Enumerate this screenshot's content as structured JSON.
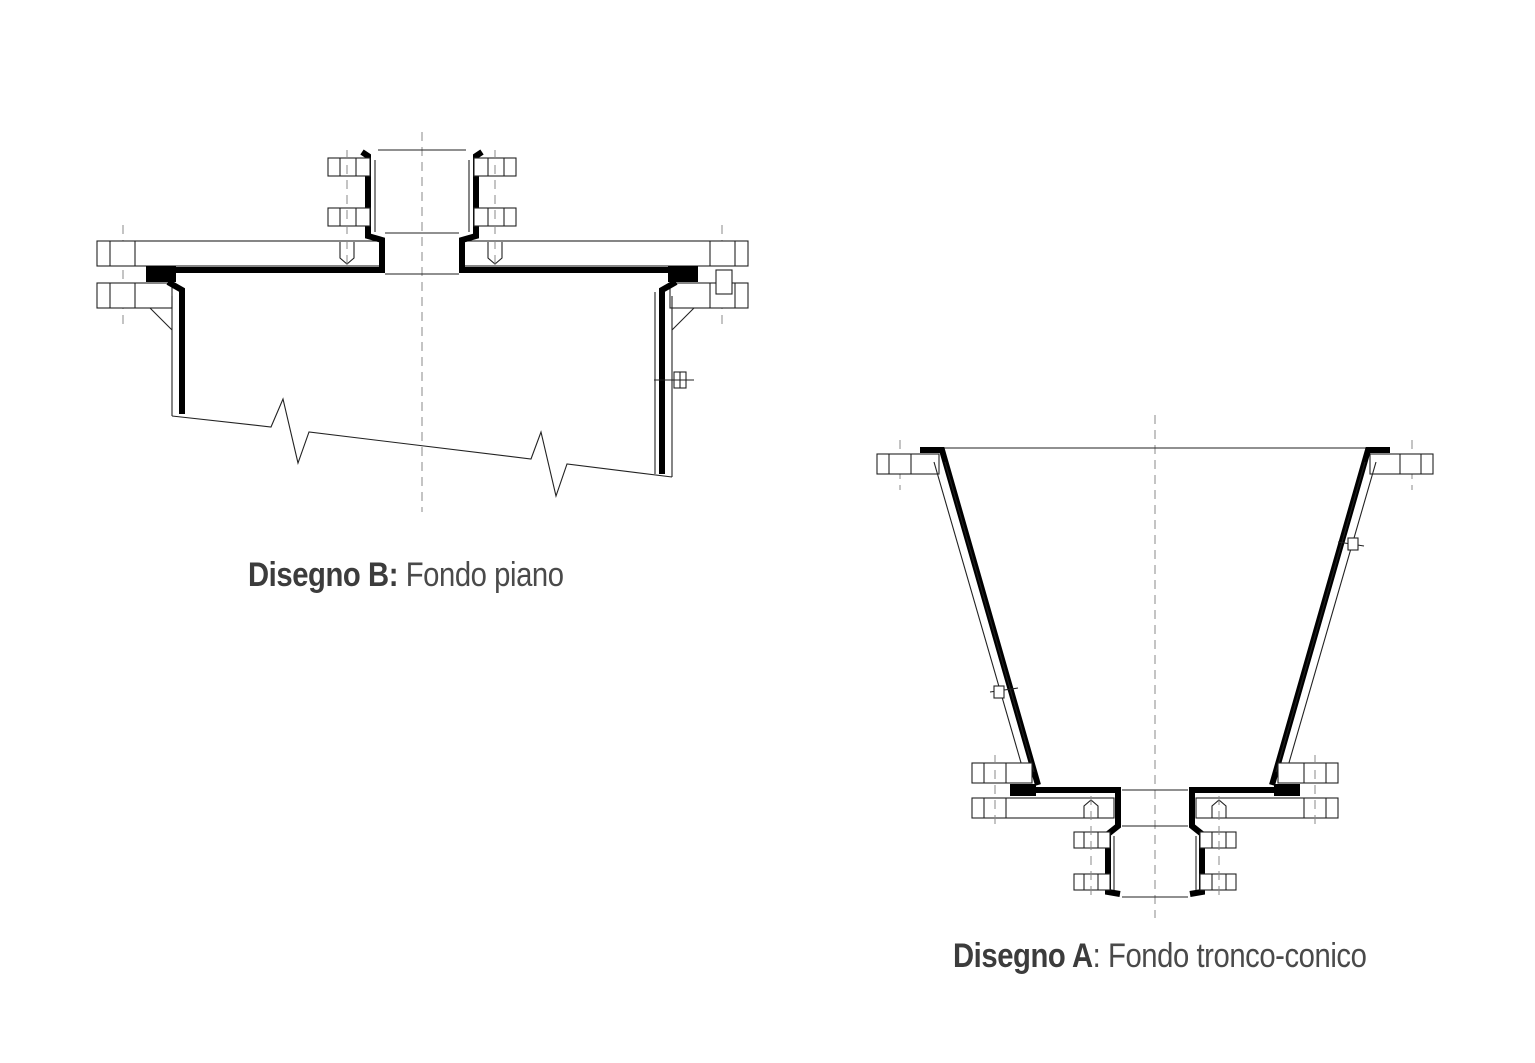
{
  "captions": {
    "b_bold": "Disegno B:",
    "b_rest": " Fondo piano",
    "a_bold": "Disegno A",
    "a_rest": ": Fondo tronco-conico"
  }
}
